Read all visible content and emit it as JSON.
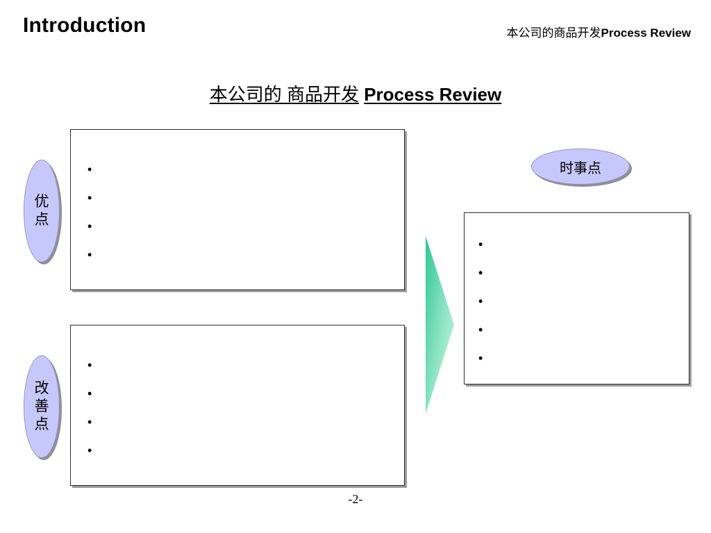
{
  "header": {
    "title": "Introduction",
    "subtitle_cn": "本公司的商品开发",
    "subtitle_en": "Process Review"
  },
  "main_title": {
    "part_cn": "本公司的 商品开发",
    "part_en": "Process Review"
  },
  "strengths": {
    "label_line1": "优",
    "label_line2": "点",
    "bullets": [
      "",
      "",
      "",
      ""
    ]
  },
  "improvements": {
    "label_line1": "改",
    "label_line2": "善",
    "label_line3": "点",
    "bullets": [
      "",
      "",
      "",
      ""
    ]
  },
  "implications": {
    "label": "时事点",
    "bullets": [
      "",
      "",
      "",
      "",
      ""
    ]
  },
  "bullet_glyph": "•",
  "page_number": "-2-",
  "colors": {
    "pill_fill": "#c6c8fb",
    "arrow_top": "#2fc795",
    "arrow_bottom": "#c8f4e4"
  }
}
